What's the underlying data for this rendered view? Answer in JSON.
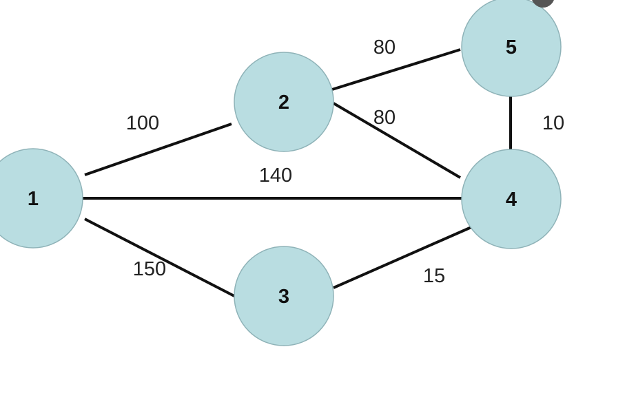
{
  "graph": {
    "node_fill": "#b9dde1",
    "edge_color": "#111111",
    "nodes": [
      {
        "id": "1",
        "label": "1"
      },
      {
        "id": "2",
        "label": "2"
      },
      {
        "id": "3",
        "label": "3"
      },
      {
        "id": "4",
        "label": "4"
      },
      {
        "id": "5",
        "label": "5"
      }
    ],
    "edges": [
      {
        "from": "1",
        "to": "2",
        "weight": "100"
      },
      {
        "from": "1",
        "to": "4",
        "weight": "140"
      },
      {
        "from": "1",
        "to": "3",
        "weight": "150"
      },
      {
        "from": "2",
        "to": "5",
        "weight": "80"
      },
      {
        "from": "2",
        "to": "4",
        "weight": "80"
      },
      {
        "from": "5",
        "to": "4",
        "weight": "10"
      },
      {
        "from": "3",
        "to": "4",
        "weight": "15"
      }
    ]
  }
}
